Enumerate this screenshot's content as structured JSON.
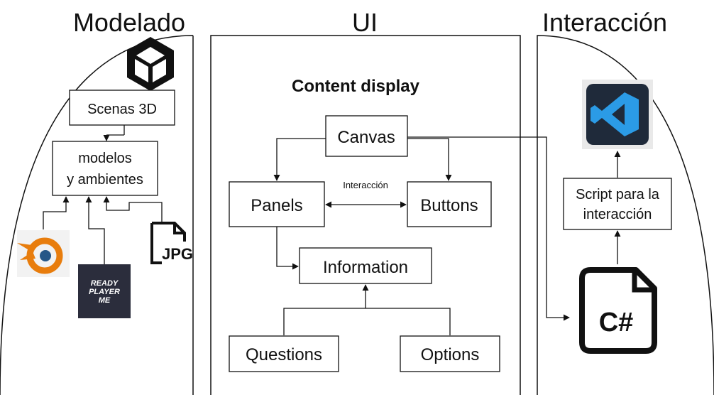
{
  "sections": {
    "modelado": "Modelado",
    "ui": "UI",
    "interaccion": "Interacción"
  },
  "ui_panel": {
    "heading": "Content display"
  },
  "nodes": {
    "scenes_3d": "Scenas 3D",
    "models_line1": "modelos",
    "models_line2": "y ambientes",
    "canvas": "Canvas",
    "panels": "Panels",
    "buttons": "Buttons",
    "information": "Information",
    "questions": "Questions",
    "options": "Options",
    "script_line1": "Script para la",
    "script_line2": "interacción"
  },
  "edge_labels": {
    "panels_buttons": "Interacción"
  },
  "logos": {
    "unity": {
      "icon": "unity-icon"
    },
    "blender": {
      "icon": "blender-icon",
      "color": "#e87d0d",
      "inner": "#265787"
    },
    "ready_player_me": {
      "icon": "ready-player-me-logo",
      "bg": "#2b2d3c",
      "line1": "READY",
      "line2": "PLAYER",
      "line3": "ME"
    },
    "jpg": {
      "icon": "jpg-file-icon",
      "text": "JPG"
    },
    "vscode": {
      "icon": "vscode-icon",
      "color": "#2b9be6",
      "bg": "#1f2a3a"
    },
    "csharp": {
      "icon": "csharp-file-icon",
      "text": "C#"
    }
  }
}
